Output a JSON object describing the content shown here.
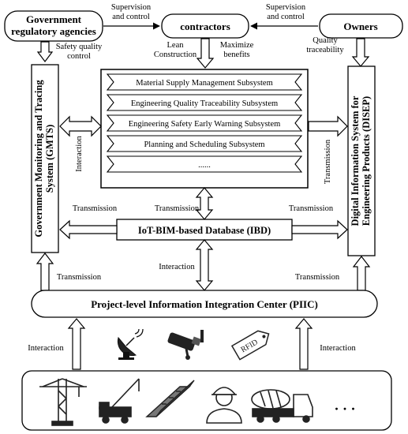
{
  "top_entities": {
    "gov": [
      "Government",
      "regulatory agencies"
    ],
    "contractors": "contractors",
    "owners": "Owners"
  },
  "top_links": {
    "gov_contractors": [
      "Supervision",
      "and control"
    ],
    "owners_contractors": [
      "Supervision",
      "and control"
    ]
  },
  "down_labels": {
    "safety_quality": [
      "Safety quality",
      "control"
    ],
    "lean": [
      "Lean",
      "Construction"
    ],
    "maximize": [
      "Maximize",
      "benefits"
    ],
    "quality_trace": [
      "Quality",
      "traceability"
    ]
  },
  "subsystems": [
    "Material Supply Management Subsystem",
    "Engineering Quality Traceability Subsystem",
    "Engineering Safety Early Warning Subsystem",
    "Planning and Scheduling Subsystem",
    "......"
  ],
  "side_systems": {
    "gmts": [
      "Government Monitoring and Tracing",
      "System (GMTS)"
    ],
    "disep": [
      "Digital Information System for",
      "Engineering Products (DISEP)"
    ]
  },
  "database": "IoT-BIM-based Database (IBD)",
  "center": "Project-level Information Integration Center (PIIC)",
  "edge_labels": {
    "interaction_left": "Interaction",
    "transmission_right_vertical": "Transmission",
    "transmission_db_left": "Transmission",
    "transmission_db_middle": "Transmission",
    "transmission_db_right": "Transmission",
    "interaction_db_center": "Interaction",
    "transmission_gmts_center": "Transmission",
    "transmission_disep_center": "Transmission",
    "interaction_bottom_left": "Interaction",
    "interaction_bottom_right": "Interaction"
  },
  "devices": {
    "rfid_tag": "RFID",
    "ellipsis": "· · ·"
  },
  "icons": [
    "satellite-dish-icon",
    "cctv-camera-icon",
    "rfid-tag-icon",
    "tower-crane-icon",
    "mobile-crane-icon",
    "precast-beam-icon",
    "worker-helmet-icon",
    "concrete-mixer-truck-icon"
  ]
}
